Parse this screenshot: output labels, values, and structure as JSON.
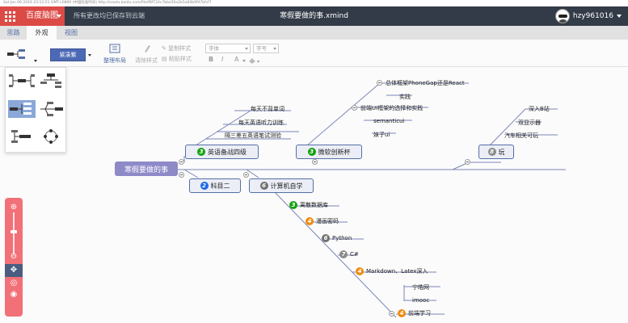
{
  "browser": {
    "url": "Sat Jan 09 2016 23:12:51 GMT+0800 (中国标准时间) http://naotu.baidu.com/file/f8f724c7bba50a2b5a60b9f47bfcf7"
  },
  "app": {
    "brand": "百度脑图",
    "save_status": "所有更改均已保存到云端",
    "document_title": "寒假要做的事.xmind",
    "username": "hzy961016"
  },
  "tabs": [
    {
      "label": "思路",
      "active": false
    },
    {
      "label": "外观",
      "active": true
    },
    {
      "label": "视图",
      "active": false
    }
  ],
  "toolbar": {
    "skin_label": "紧凑紫",
    "layout_label": "整理布局",
    "clear_style": "清除样式",
    "copy_style": "复制样式",
    "paste_style": "粘贴样式",
    "font_placeholder": "字体",
    "size_placeholder": "字号",
    "bold": "B",
    "italic": "I",
    "font_color": "A"
  },
  "mindmap": {
    "root": "寒假要做的事",
    "branches": {
      "english": {
        "label": "英语备战四级",
        "priority": "3",
        "children": [
          "每天不背单词",
          "每天英语听力训练",
          "隔三差五英语笔试测验"
        ]
      },
      "microsoft": {
        "label": "微软创新杯",
        "priority": "3",
        "children": [
          "前端UI框架的选择和实践",
          "semanticui",
          "妹子ui",
          "总体框架PhoneGap还是React",
          "实践"
        ]
      },
      "play": {
        "label": "玩",
        "priority": "8",
        "children": [
          "深入B站",
          "双显示器",
          "汽车相关可玩"
        ]
      },
      "subject2": {
        "label": "科目二",
        "priority": "2"
      },
      "cs": {
        "label": "计算机自学",
        "priority": "6",
        "children": [
          {
            "label": "离散数据库",
            "priority": "3"
          },
          {
            "label": "漫画密码",
            "priority": "4"
          },
          {
            "label": "Python",
            "priority": "6"
          },
          {
            "label": "C#",
            "priority": "7"
          },
          {
            "label": "Markdown、Latex深入",
            "priority": "4"
          },
          {
            "label": "前端学习",
            "priority": "4",
            "children": [
              "宁皓网",
              "imooc"
            ]
          }
        ]
      }
    }
  },
  "colors": {
    "titlebar": "#333b48",
    "brand": "#dc4a46",
    "accent": "#546fa5",
    "root": "#8e8ac8",
    "priority_2": "#1d6ae5",
    "priority_3": "#13a10e",
    "priority_4": "#f08a0e",
    "priority_6": "#707070",
    "priority_7": "#8a8a8a",
    "priority_8": "#8a8a8a",
    "zoom_panel": "#f27077"
  }
}
